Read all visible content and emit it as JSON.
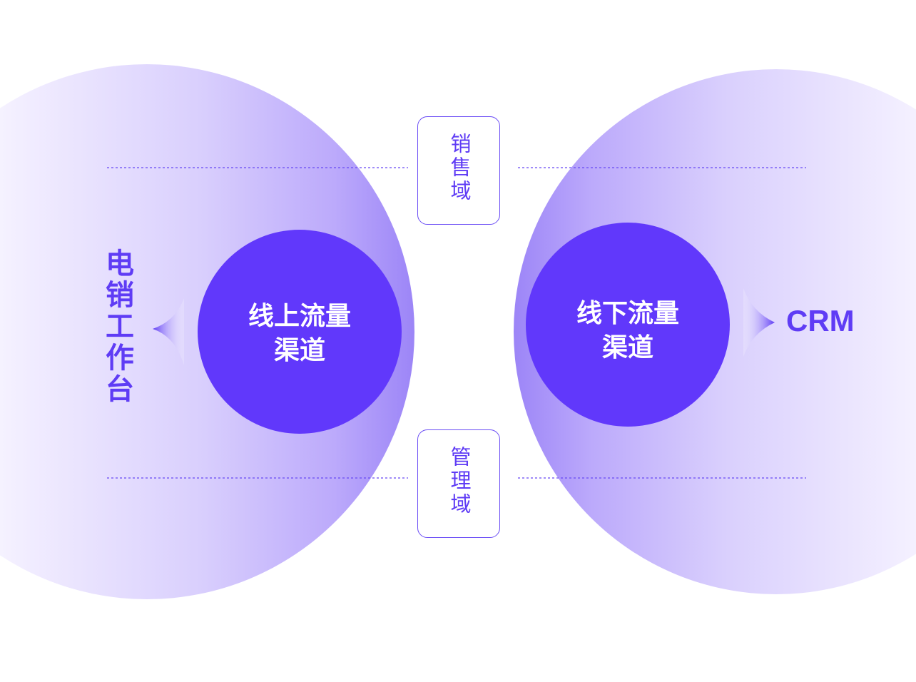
{
  "left": {
    "side_label": "电销工作台",
    "circle_text": "线上流量\n渠道"
  },
  "right": {
    "side_label": "CRM",
    "circle_text": "线下流量\n渠道"
  },
  "domains": {
    "top": "销售域",
    "bottom": "管理域"
  },
  "colors": {
    "primary": "#5f3cf5",
    "inner_circle": "#6138fb",
    "halo_strong": "#a690f8",
    "halo_faint": "#f6f3ff",
    "dashed_line": "#6a4cf5"
  }
}
